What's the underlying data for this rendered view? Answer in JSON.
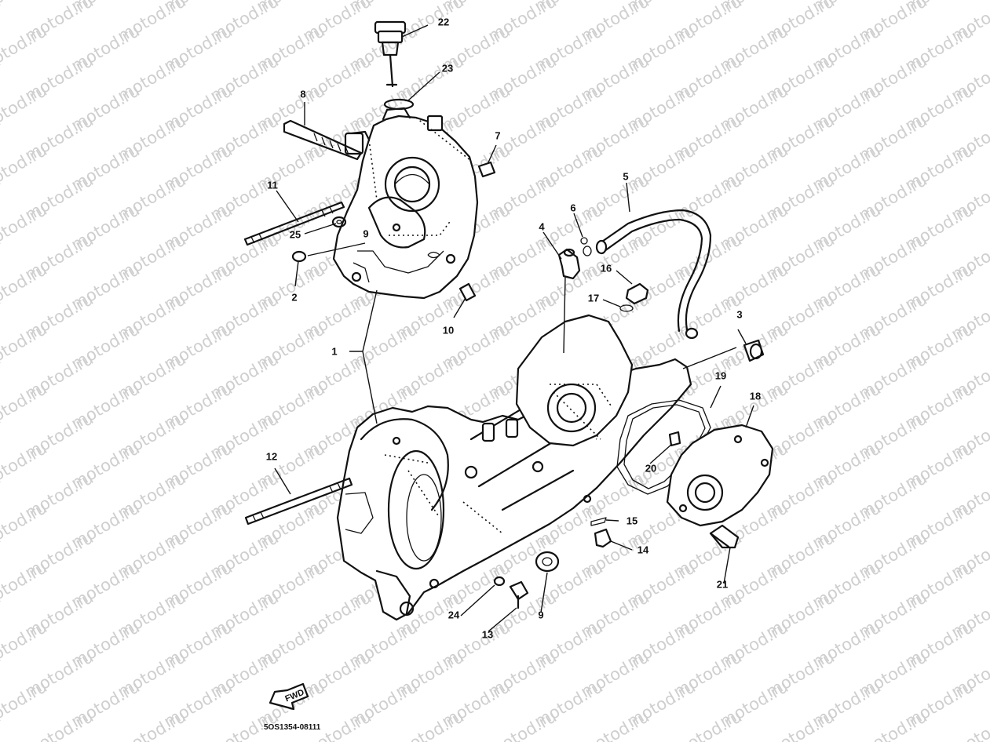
{
  "watermark": "motod.ru",
  "diagram_code": "5OS1354-08111",
  "fwd_label": "FWD",
  "parts": [
    {
      "id": "1",
      "label": "1"
    },
    {
      "id": "2",
      "label": "2"
    },
    {
      "id": "3",
      "label": "3"
    },
    {
      "id": "4",
      "label": "4"
    },
    {
      "id": "5",
      "label": "5"
    },
    {
      "id": "6",
      "label": "6"
    },
    {
      "id": "7",
      "label": "7"
    },
    {
      "id": "8",
      "label": "8"
    },
    {
      "id": "9a",
      "label": "9"
    },
    {
      "id": "9b",
      "label": "9"
    },
    {
      "id": "10",
      "label": "10"
    },
    {
      "id": "11",
      "label": "11"
    },
    {
      "id": "12",
      "label": "12"
    },
    {
      "id": "13",
      "label": "13"
    },
    {
      "id": "14",
      "label": "14"
    },
    {
      "id": "15",
      "label": "15"
    },
    {
      "id": "16",
      "label": "16"
    },
    {
      "id": "17",
      "label": "17"
    },
    {
      "id": "18",
      "label": "18"
    },
    {
      "id": "19",
      "label": "19"
    },
    {
      "id": "20",
      "label": "20"
    },
    {
      "id": "21",
      "label": "21"
    },
    {
      "id": "22",
      "label": "22"
    },
    {
      "id": "23",
      "label": "23"
    },
    {
      "id": "24",
      "label": "24"
    },
    {
      "id": "25",
      "label": "25"
    }
  ]
}
